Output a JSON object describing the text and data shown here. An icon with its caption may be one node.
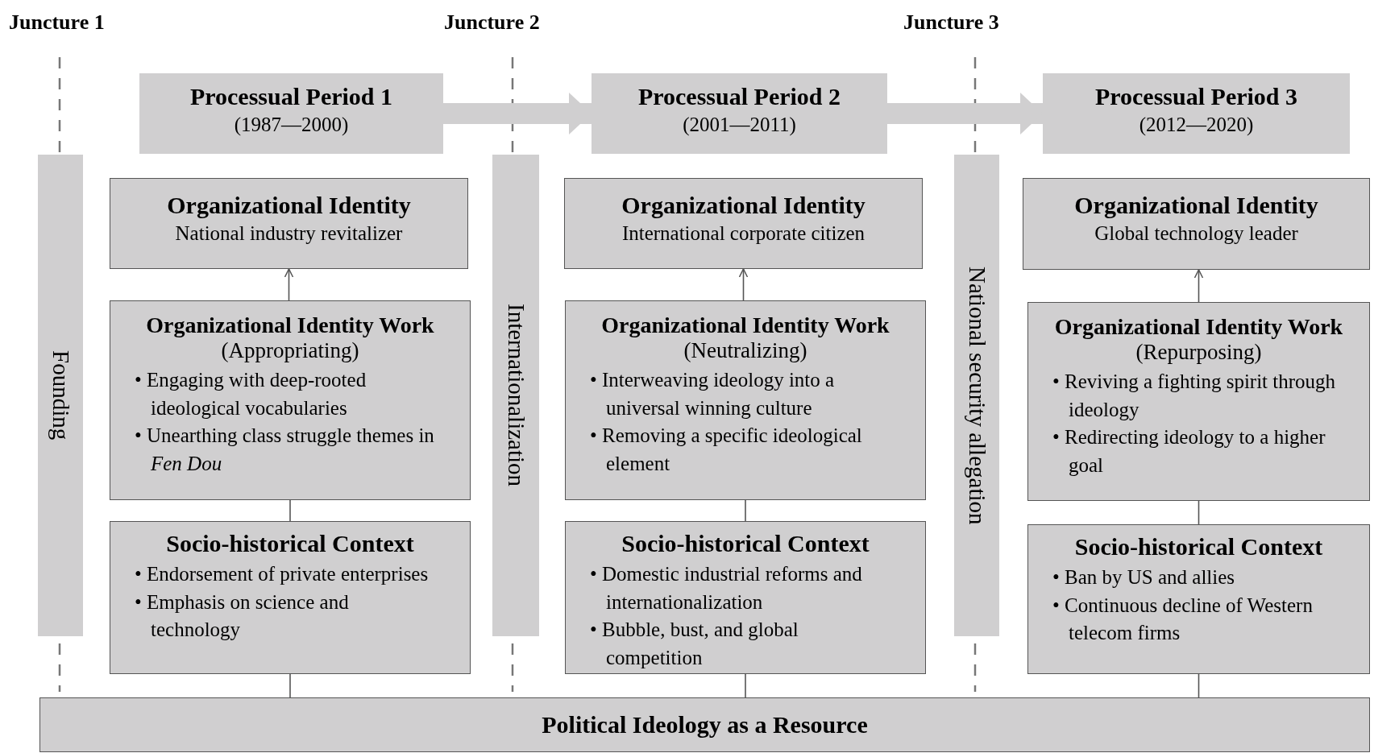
{
  "diagram": {
    "nodes": [
      {
        "text": [
          "Founding"
        ]
      },
      {
        "text": [
          "Processual Period 1",
          "(1987—2000)"
        ]
      },
      {
        "text": [
          "Organizational Identity",
          "National industry revitalizer"
        ]
      },
      {
        "text": [
          "Organizational Identity Work",
          "(Appropriating)",
          "• Engaging with deep-rooted ideological vocabularies",
          "• Unearthing class struggle themes in *Fen Dou*"
        ]
      },
      {
        "text": [
          "Socio-historical Context",
          "• Endorsement of private enterprises",
          "• Emphasis on science and technology"
        ]
      },
      {
        "text": [
          "Internationalization"
        ]
      },
      {
        "text": [
          "Processual Period 2",
          "(2001—2011)"
        ]
      },
      {
        "text": [
          "Organizational Identity",
          "International corporate citizen"
        ]
      },
      {
        "text": [
          "Organizational Identity Work",
          "(Neutralizing)",
          "• Interweaving ideology into a universal winning culture",
          "• Removing a specific ideological element"
        ]
      },
      {
        "text": [
          "Socio-historical Context",
          "• Domestic industrial reforms and internationalization",
          "• Bubble, bust, and global competition"
        ]
      },
      {
        "text": [
          "National security allegation"
        ]
      },
      {
        "text": [
          "Processual Period 3",
          "(2012—2020)"
        ]
      },
      {
        "text": [
          "Organizational Identity",
          "Global technology leader"
        ]
      },
      {
        "text": [
          "Organizational Identity Work",
          "(Repurposing)",
          "• Reviving a fighting spirit through ideology",
          "• Redirecting ideology to a higher goal"
        ]
      },
      {
        "text": [
          "Socio-historical Context",
          "• Ban by US and allies",
          "• Continuous decline of Western telecom firms"
        ]
      },
      {
        "text": [
          "Political Ideology as a Resource"
        ]
      }
    ],
    "edges": [
      {
        "from": 1,
        "to": 6,
        "arrow": "to",
        "style": "thick",
        "color": "#d0cfd0"
      },
      {
        "from": 6,
        "to": 11,
        "arrow": "to",
        "style": "thick",
        "color": "#d0cfd0"
      },
      {
        "from": 3,
        "to": 2,
        "arrow": "to"
      },
      {
        "from": 4,
        "to": 3,
        "arrow": "none"
      },
      {
        "from": 15,
        "to": 4,
        "arrow": "none"
      },
      {
        "from": 8,
        "to": 7,
        "arrow": "to"
      },
      {
        "from": 9,
        "to": 8,
        "arrow": "none"
      },
      {
        "from": 15,
        "to": 9,
        "arrow": "none"
      },
      {
        "from": 13,
        "to": 12,
        "arrow": "to"
      },
      {
        "from": 14,
        "to": 13,
        "arrow": "none"
      },
      {
        "from": 15,
        "to": 14,
        "arrow": "none"
      }
    ],
    "labels": [
      "Juncture 1",
      "Juncture 2",
      "Juncture 3"
    ]
  }
}
